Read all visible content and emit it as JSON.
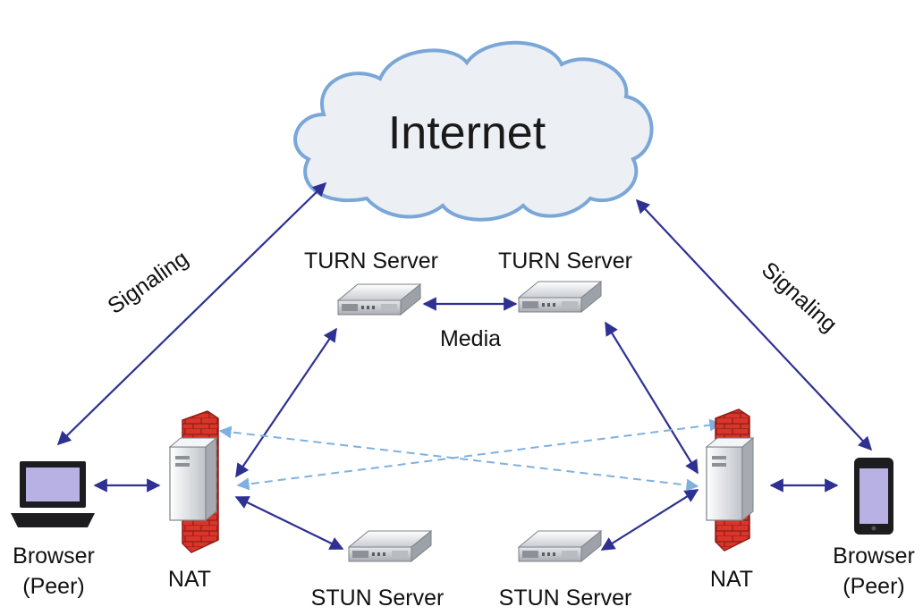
{
  "cloud": {
    "label": "Internet"
  },
  "labels": {
    "signaling_left": "Signaling",
    "signaling_right": "Signaling",
    "turn_left": "TURN Server",
    "turn_right": "TURN Server",
    "stun_left": "STUN Server",
    "stun_right": "STUN Server",
    "media": "Media",
    "nat_left": "NAT",
    "nat_right": "NAT",
    "browser_left_line1": "Browser",
    "browser_left_line2": "(Peer)",
    "browser_right_line1": "Browser",
    "browser_right_line2": "(Peer)"
  },
  "colors": {
    "solid_arrow": "#2e3192",
    "dashed_arrow": "#7fb0e0",
    "cloud_fill": "#eceff3",
    "cloud_stroke": "#7aa7d8",
    "firewall": "#d9352b"
  }
}
